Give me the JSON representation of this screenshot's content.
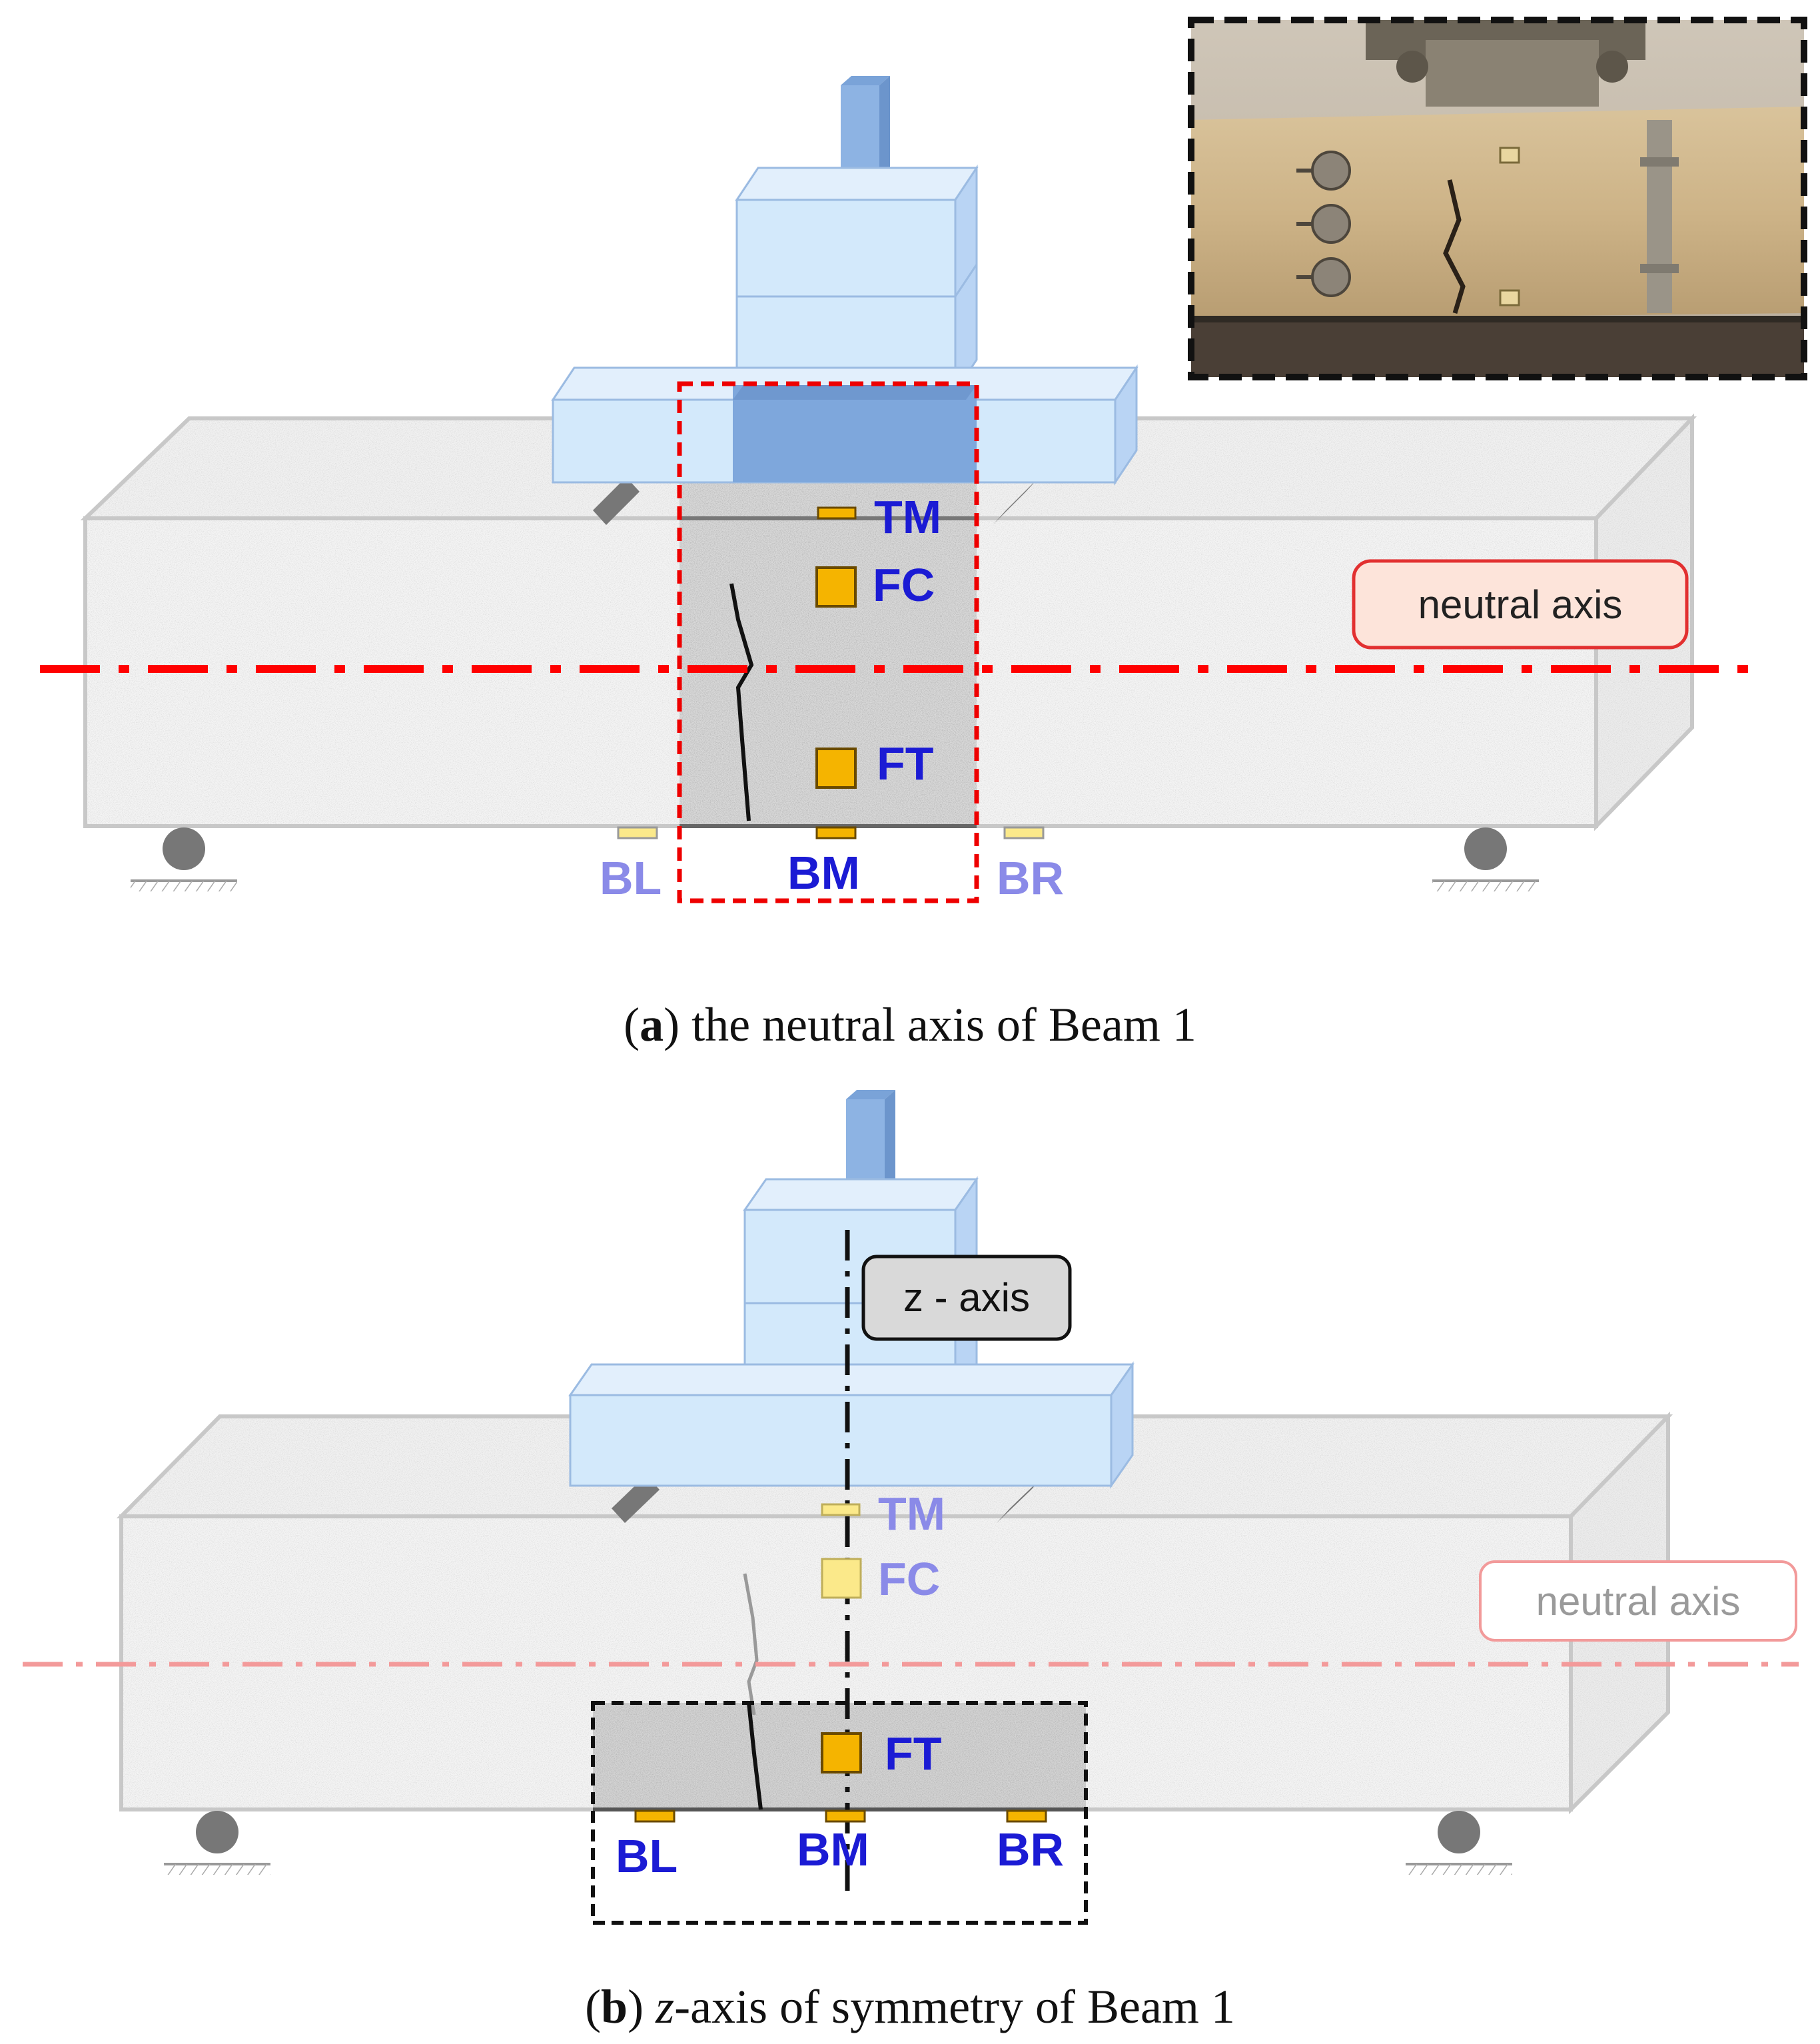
{
  "panel_a": {
    "caption_letter": "a",
    "caption_text": "the neutral axis of Beam 1",
    "neutral_axis_label": "neutral axis",
    "sensors": {
      "tm": "TM",
      "fc": "FC",
      "ft": "FT",
      "bl": "BL",
      "bm": "BM",
      "br": "BR"
    }
  },
  "panel_b": {
    "caption_letter": "b",
    "caption_z": "z",
    "caption_text": "-axis of symmetry of Beam 1",
    "z_axis_label": "z - axis",
    "neutral_axis_label": "neutral axis",
    "sensors": {
      "tm": "TM",
      "fc": "FC",
      "ft": "FT",
      "bl": "BL",
      "bm": "BM",
      "br": "BR"
    }
  },
  "colors": {
    "sensor_fill": "#f5b400",
    "sensor_faded": "#fbe98a",
    "label_blue": "#1b1bd4",
    "label_faded": "#8a8ae8",
    "neutral_axis": "#ff0000",
    "loading_block": "#d3e9fb",
    "beam": "#f3f3f3"
  }
}
